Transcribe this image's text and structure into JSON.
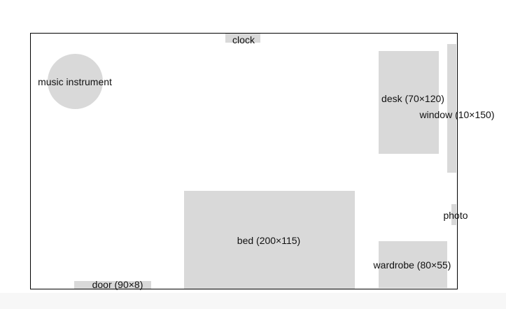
{
  "floor_plan": {
    "items": {
      "clock": "clock",
      "music_instrument": "music instrument",
      "desk": "desk (70×120)",
      "window": "window (10×150)",
      "photo": "photo",
      "bed": "bed (200×115)",
      "wardrobe": "wardrobe (80×55)",
      "door": "door (90×8)"
    }
  },
  "colors": {
    "furniture_fill": "#d9d9d9",
    "wall": "#000000",
    "background": "#ffffff"
  }
}
